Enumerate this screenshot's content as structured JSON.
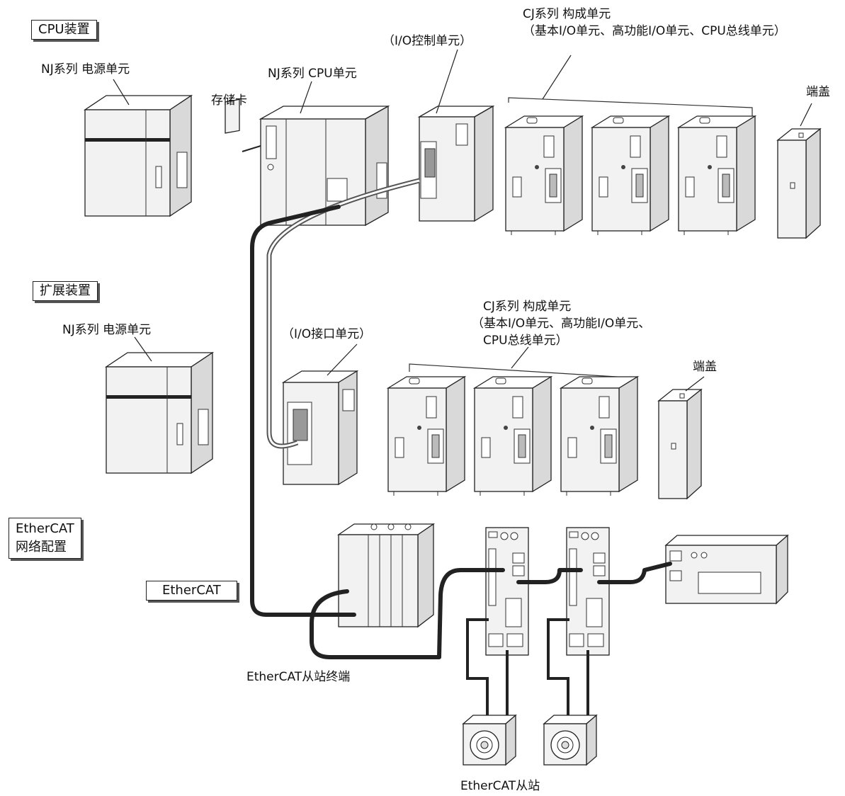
{
  "sections": {
    "cpu_rack": "CPU装置",
    "expansion_rack": "扩展装置",
    "ethercat_config_line1": "EtherCAT",
    "ethercat_config_line2": "网络配置",
    "ethercat": "EtherCAT"
  },
  "labels": {
    "nj_power_top": "NJ系列 电源单元",
    "nj_cpu": "NJ系列 CPU单元",
    "memory_card": "存储卡",
    "io_control": "（I/O控制单元）",
    "cj_units_top_line1": "CJ系列 构成单元",
    "cj_units_top_line2": "（基本I/O单元、高功能I/O单元、CPU总线单元）",
    "end_cover_top": "端盖",
    "nj_power_exp": "NJ系列 电源单元",
    "io_interface": "（I/O接口单元）",
    "cj_units_exp_line1": "CJ系列 构成单元",
    "cj_units_exp_line2": "（基本I/O单元、高功能I/O单元、",
    "cj_units_exp_line3": "CPU总线单元）",
    "end_cover_exp": "端盖",
    "ethercat_slave_terminal": "EtherCAT从站终端",
    "ethercat_slave": "EtherCAT从站"
  }
}
